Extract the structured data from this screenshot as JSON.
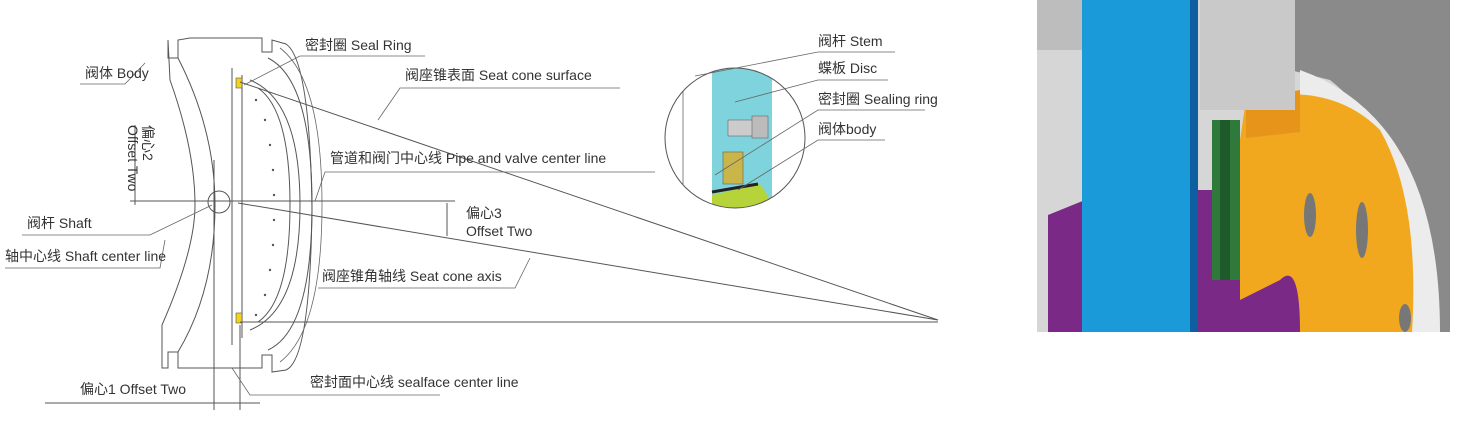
{
  "labels": {
    "body": "阀体 Body",
    "seal_ring": "密封圈 Seal Ring",
    "seat_cone_surface": "阀座锥表面 Seat cone surface",
    "pipe_center_line": "管道和阀门中心线  Pipe and valve center line",
    "offset3_cn": "偏心3",
    "offset3_en": "Offset Two",
    "seat_cone_axis": "阀座锥角轴线 Seat cone axis",
    "shaft": "阀杆 Shaft",
    "shaft_center_line": "轴中心线 Shaft center line",
    "offset2_cn": "偏心2",
    "offset2_en": "Offset Two",
    "offset1": "偏心1 Offset Two",
    "sealface_center_line": "密封面中心线 sealface  center line"
  },
  "inset": {
    "stem": "阀杆 Stem",
    "disc": "蝶板 Disc",
    "sealing_ring": "密封圈 Sealing ring",
    "body": "阀体body"
  },
  "colors": {
    "seal_yellow": "#f2d21b",
    "inset_cyan": "#7fd3dc",
    "inset_green": "#b6d43a",
    "render_blue": "#1a9ad8",
    "render_orange": "#f2a81e",
    "render_purple": "#7a2a86",
    "render_grey": "#c9c9c9"
  }
}
